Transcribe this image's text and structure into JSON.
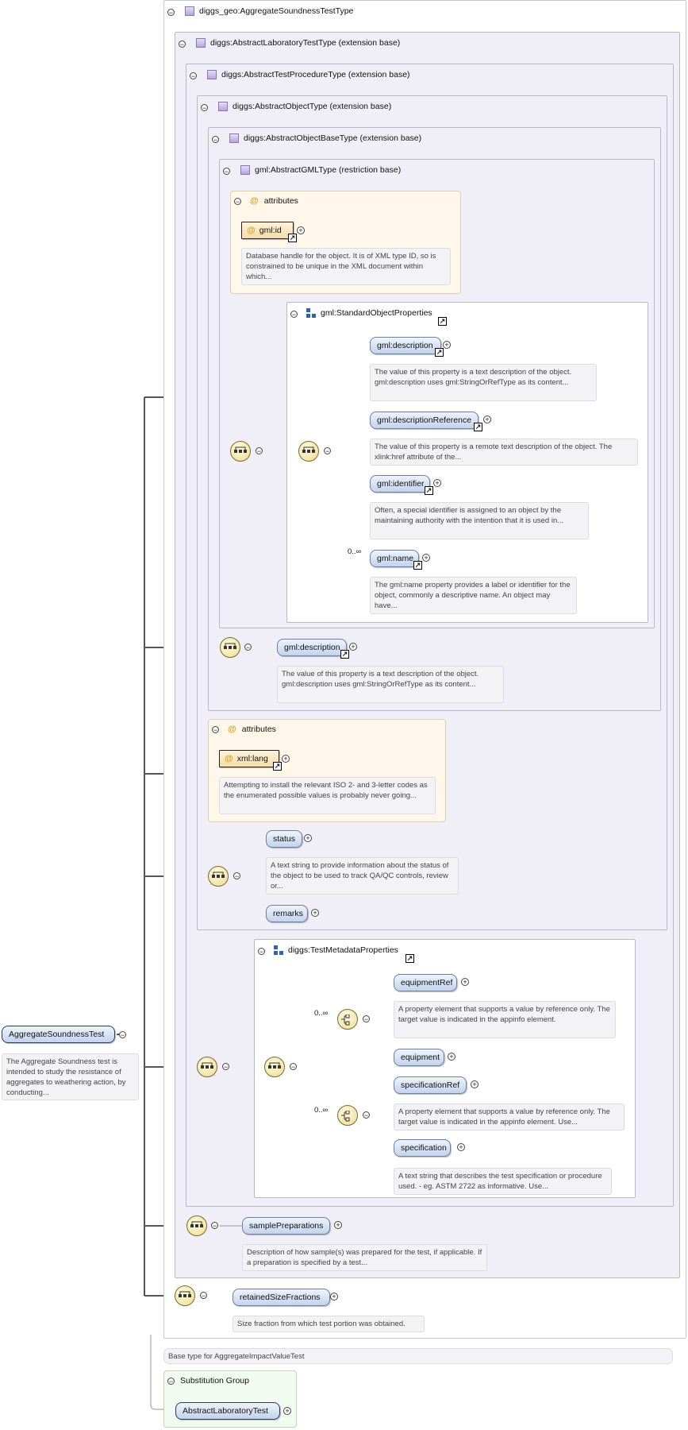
{
  "types": {
    "root_type": "diggs_geo:AggregateSoundnessTestType",
    "laboratory_test": "diggs:AbstractLaboratoryTestType (extension base)",
    "test_procedure": "diggs:AbstractTestProcedureType (extension base)",
    "object_type": "diggs:AbstractObjectType (extension base)",
    "object_base": "diggs:AbstractObjectBaseType (extension base)",
    "gml_type": "gml:AbstractGMLType (restriction base)"
  },
  "attributes_label": "attributes",
  "gml_id": {
    "name": "gml:id",
    "doc": "Database handle for the object. It is of XML type ID, so is constrained to be unique in the XML document within which..."
  },
  "standard_object_properties": {
    "title": "gml:StandardObjectProperties",
    "items": [
      {
        "name": "gml:description",
        "doc": "The value of this property is a text description of the object. gml:description uses gml:StringOrRefType as its content..."
      },
      {
        "name": "gml:descriptionReference",
        "doc": "The value of this property is a remote text description of the object. The xlink:href attribute of the..."
      },
      {
        "name": "gml:identifier",
        "doc": "Often, a special identifier is assigned to an object by the maintaining authority with the intention that it is used in..."
      },
      {
        "name": "gml:name",
        "card": "0..∞",
        "doc": "The gml:name property provides a label or identifier for the object, commonly a descriptive name. An object may have..."
      }
    ]
  },
  "object_base_description": {
    "name": "gml:description",
    "doc": "The value of this property is a text description of the object. gml:description uses gml:StringOrRefType as its content..."
  },
  "xml_lang": {
    "name": "xml:lang",
    "doc": "Attempting to install the relevant ISO 2- and 3-letter codes as the enumerated possible values is probably never going..."
  },
  "status": {
    "name": "status",
    "doc": "A text string to provide information about the status of the object to be used to track QA/QC controls, review or..."
  },
  "remarks": {
    "name": "remarks"
  },
  "test_metadata": {
    "title": "diggs:TestMetadataProperties",
    "card1": "0..∞",
    "card2": "0..∞",
    "equipment_ref": {
      "name": "equipmentRef",
      "doc": "A property element that supports a value by reference only. The target value is indicated in the appinfo element."
    },
    "equipment": {
      "name": "equipment"
    },
    "specification_ref": {
      "name": "specificationRef",
      "doc": "A property element that supports a value by reference only. The target value is indicated in the appinfo element. Use..."
    },
    "specification": {
      "name": "specification",
      "doc": "A text string that describes the test specification or procedure used. - eg. ASTM 2722 as informative. Use..."
    }
  },
  "sample_preparations": {
    "name": "samplePreparations",
    "doc": "Description of how sample(s) was prepared for the test, if applicable. If a preparation is specified by a test..."
  },
  "retained_size_fractions": {
    "name": "retainedSizeFractions",
    "doc": "Size fraction from which test portion was obtained."
  },
  "root_element": {
    "name": "AggregateSoundnessTest",
    "doc": "The Aggregate Soundness test is intended to study the resistance of aggregates to weathering action, by conducting..."
  },
  "base_type_note": "Base type for AggregateImpactValueTest",
  "substitution_group": {
    "title": "Substitution Group",
    "element": "AbstractLaboratoryTest"
  },
  "colors": {
    "type_box_fill": "#f0eef7",
    "attribute_fill": "#fff8ea",
    "element_fill": "#c3d3ec",
    "compositor_fill": "#eedc92",
    "substitution_fill": "#f2fbef"
  }
}
